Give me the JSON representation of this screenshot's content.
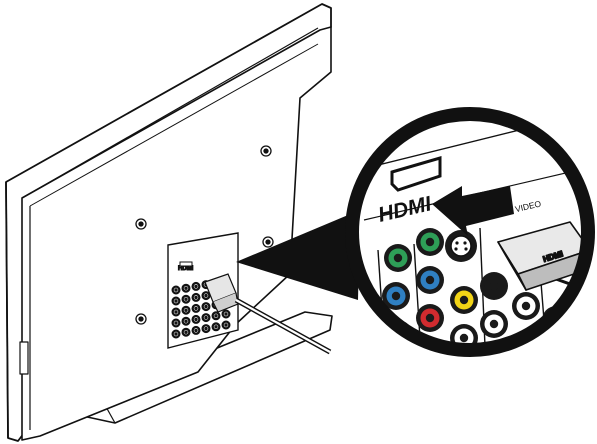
{
  "callout": {
    "hdmi_label": "HDMI",
    "svideo_label": "S VIDEO",
    "plug_logo": "HDMI"
  },
  "tv_panel": {
    "hdmi_label": "HDMI"
  },
  "icons": {
    "arrow": "insert-arrow-icon",
    "magnifier": "zoom-callout-icon"
  },
  "colors": {
    "jack_green": "#2e9e57",
    "jack_blue": "#2f7fc1",
    "jack_red": "#d02b2f",
    "jack_yellow": "#f2d416",
    "jack_white": "#ffffff",
    "jack_black": "#1a1a1a",
    "outline": "#111111",
    "panel": "#ffffff"
  }
}
